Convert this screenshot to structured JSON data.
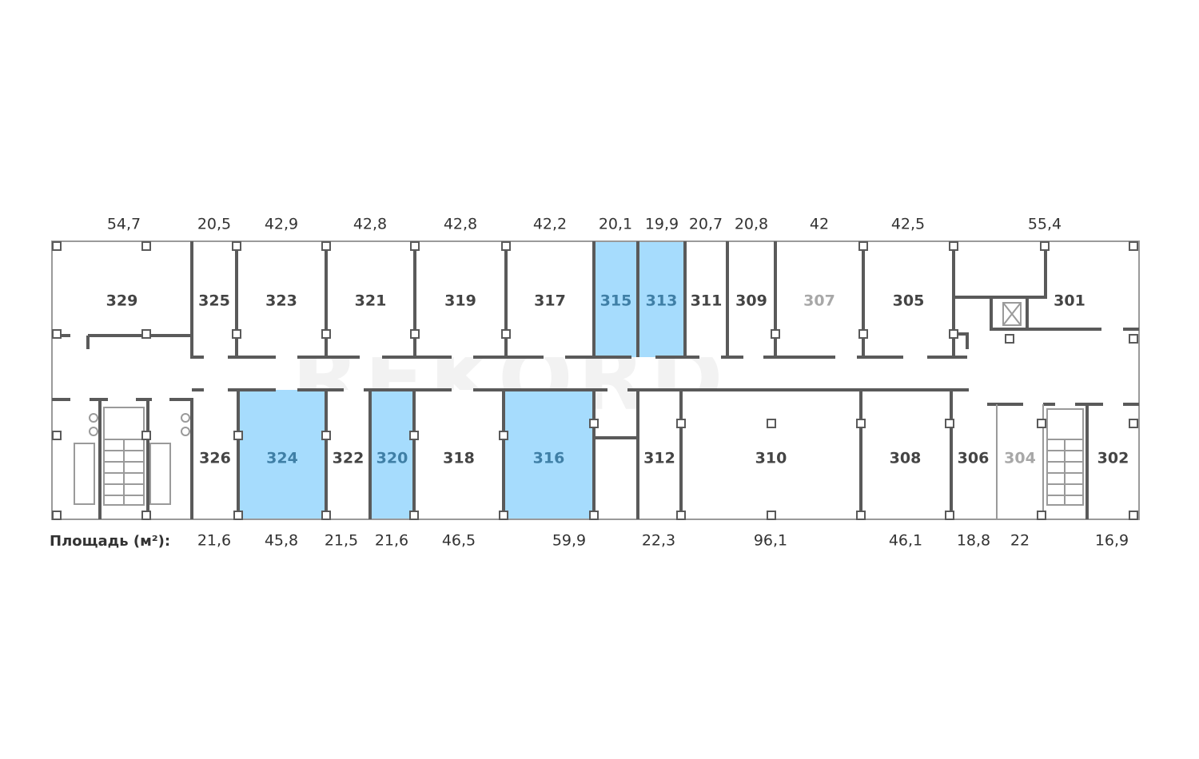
{
  "legend_label": "Площадь (м²):",
  "watermark": "REKORD",
  "colors": {
    "available_fill": "#a6dcfd",
    "available_text": "#3f7fa6",
    "occupied_text": "#444444",
    "unavailable_text": "#a8a8a8",
    "wall": "#5a5a5a"
  },
  "rooms": [
    {
      "number": "329",
      "area": "54,7",
      "status": "occupied"
    },
    {
      "number": "325",
      "area": "20,5",
      "status": "occupied"
    },
    {
      "number": "323",
      "area": "42,9",
      "status": "occupied"
    },
    {
      "number": "321",
      "area": "42,8",
      "status": "occupied"
    },
    {
      "number": "319",
      "area": "42,8",
      "status": "occupied"
    },
    {
      "number": "317",
      "area": "42,2",
      "status": "occupied"
    },
    {
      "number": "315",
      "area": "20,1",
      "status": "available"
    },
    {
      "number": "313",
      "area": "19,9",
      "status": "available"
    },
    {
      "number": "311",
      "area": "20,7",
      "status": "occupied"
    },
    {
      "number": "309",
      "area": "20,8",
      "status": "occupied"
    },
    {
      "number": "307",
      "area": "42",
      "status": "unavailable"
    },
    {
      "number": "305",
      "area": "42,5",
      "status": "occupied"
    },
    {
      "number": "301",
      "area": "55,4",
      "status": "occupied"
    },
    {
      "number": "326",
      "area": "21,6",
      "status": "occupied"
    },
    {
      "number": "324",
      "area": "45,8",
      "status": "available"
    },
    {
      "number": "322",
      "area": "21,5",
      "status": "occupied"
    },
    {
      "number": "320",
      "area": "21,6",
      "status": "available"
    },
    {
      "number": "318",
      "area": "46,5",
      "status": "occupied"
    },
    {
      "number": "316",
      "area": "59,9",
      "status": "available"
    },
    {
      "number": "312",
      "area": "22,3",
      "status": "occupied"
    },
    {
      "number": "310",
      "area": "96,1",
      "status": "occupied"
    },
    {
      "number": "308",
      "area": "46,1",
      "status": "occupied"
    },
    {
      "number": "306",
      "area": "18,8",
      "status": "occupied"
    },
    {
      "number": "304",
      "area": "22",
      "status": "unavailable"
    },
    {
      "number": "302",
      "area": "16,9",
      "status": "occupied"
    }
  ]
}
